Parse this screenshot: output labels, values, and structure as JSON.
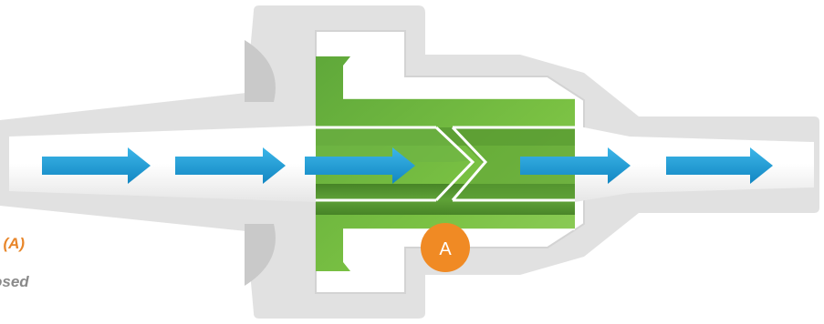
{
  "captions": {
    "valve_label": "l (A)",
    "valve_state": "osed"
  },
  "badge": {
    "letter": "A"
  },
  "colors": {
    "housing": "#e1e1e1",
    "housing_dark": "#cfcfcf",
    "green_light": "#7ac143",
    "green_dark": "#4f8a2c",
    "flow_arrow": "#1ea0d8",
    "badge": "#f08a24",
    "caption_orange": "#e8862a",
    "caption_gray": "#8a8a8a"
  },
  "icons": {
    "flow": "right-arrow-icon",
    "badge": "circle-letter-icon"
  }
}
